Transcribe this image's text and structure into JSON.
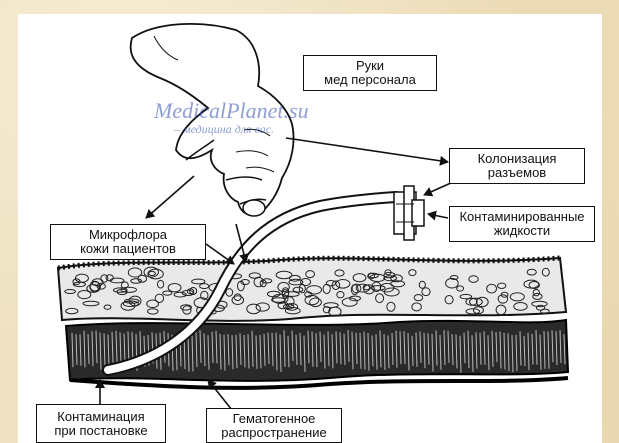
{
  "labels": {
    "hands": [
      "Руки",
      "мед персонала"
    ],
    "colonization": [
      "Колонизация",
      "разъемов"
    ],
    "fluids": [
      "Контаминированные",
      "жидкости"
    ],
    "skin_flora": [
      "Микрофлора",
      "кожи пациентов"
    ],
    "insertion": [
      "Контаминация",
      "при постановке"
    ],
    "hematogenous": [
      "Гематогенное",
      "распространение"
    ]
  },
  "watermark": {
    "line1": "MedicalPlanet.su",
    "line2": "– медицина для вас."
  },
  "colors": {
    "background": "#efe2c3",
    "ink": "#111111",
    "watermark": "#2f4fb0"
  }
}
